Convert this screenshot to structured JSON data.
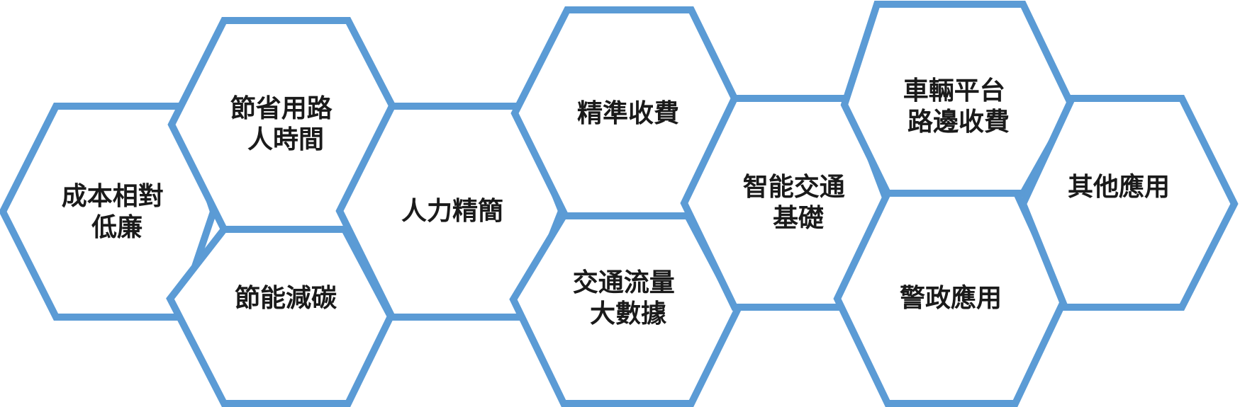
{
  "diagram": {
    "stroke_color": "#5b9bd5",
    "fill_color": "#ffffff",
    "text_color": "#1a1a1a",
    "cells": [
      {
        "id": "cost",
        "lines": [
          "成本相對",
          "低廉"
        ]
      },
      {
        "id": "save-time",
        "lines": [
          "節省用路",
          "人時間"
        ]
      },
      {
        "id": "energy",
        "lines": [
          "節能減碳"
        ]
      },
      {
        "id": "manpower",
        "lines": [
          "人力精簡"
        ]
      },
      {
        "id": "toll",
        "lines": [
          "精準收費"
        ]
      },
      {
        "id": "traffic",
        "lines": [
          "交通流量",
          "大數據"
        ]
      },
      {
        "id": "its",
        "lines": [
          "智能交通",
          "基礎"
        ]
      },
      {
        "id": "vehicle",
        "lines": [
          "車輛平台",
          "路邊收費"
        ]
      },
      {
        "id": "police",
        "lines": [
          "警政應用"
        ]
      },
      {
        "id": "other",
        "lines": [
          "其他應用"
        ]
      }
    ]
  }
}
